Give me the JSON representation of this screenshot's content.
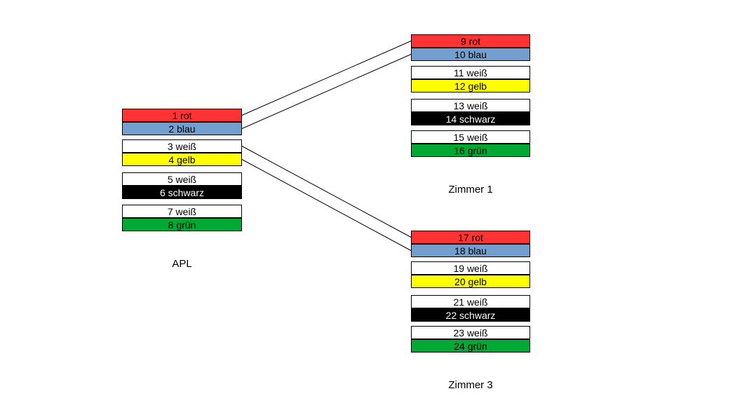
{
  "diagram": {
    "background": "#ffffff",
    "line_color": "#000000",
    "groups": [
      {
        "id": "apl",
        "label": "APL",
        "wires": [
          {
            "num": "1",
            "label": "1 rot",
            "color": "rot",
            "bg": "#ff3333",
            "fg": "#000000"
          },
          {
            "num": "2",
            "label": "2 blau",
            "color": "blau",
            "bg": "#729fcf",
            "fg": "#000000"
          },
          {
            "num": "3",
            "label": "3 weiß",
            "color": "weiß",
            "bg": "#ffffff",
            "fg": "#000000"
          },
          {
            "num": "4",
            "label": "4 gelb",
            "color": "gelb",
            "bg": "#ffff00",
            "fg": "#000000"
          },
          {
            "num": "5",
            "label": "5 weiß",
            "color": "weiß",
            "bg": "#ffffff",
            "fg": "#000000"
          },
          {
            "num": "6",
            "label": "6 schwarz",
            "color": "schwarz",
            "bg": "#000000",
            "fg": "#ffffff"
          },
          {
            "num": "7",
            "label": "7 weiß",
            "color": "weiß",
            "bg": "#ffffff",
            "fg": "#000000"
          },
          {
            "num": "8",
            "label": "8 grün",
            "color": "grün",
            "bg": "#00a933",
            "fg": "#000000"
          }
        ]
      },
      {
        "id": "zimmer1",
        "label": "Zimmer 1",
        "wires": [
          {
            "num": "9",
            "label": "9 rot",
            "color": "rot",
            "bg": "#ff3333",
            "fg": "#000000"
          },
          {
            "num": "10",
            "label": "10 blau",
            "color": "blau",
            "bg": "#729fcf",
            "fg": "#000000"
          },
          {
            "num": "11",
            "label": "11 weiß",
            "color": "weiß",
            "bg": "#ffffff",
            "fg": "#000000"
          },
          {
            "num": "12",
            "label": "12 gelb",
            "color": "gelb",
            "bg": "#ffff00",
            "fg": "#000000"
          },
          {
            "num": "13",
            "label": "13 weiß",
            "color": "weiß",
            "bg": "#ffffff",
            "fg": "#000000"
          },
          {
            "num": "14",
            "label": "14 schwarz",
            "color": "schwarz",
            "bg": "#000000",
            "fg": "#ffffff"
          },
          {
            "num": "15",
            "label": "15 weiß",
            "color": "weiß",
            "bg": "#ffffff",
            "fg": "#000000"
          },
          {
            "num": "16",
            "label": "16 grün",
            "color": "grün",
            "bg": "#00a933",
            "fg": "#000000"
          }
        ]
      },
      {
        "id": "zimmer3",
        "label": "Zimmer 3",
        "wires": [
          {
            "num": "17",
            "label": "17 rot",
            "color": "rot",
            "bg": "#ff3333",
            "fg": "#000000"
          },
          {
            "num": "18",
            "label": "18 blau",
            "color": "blau",
            "bg": "#729fcf",
            "fg": "#000000"
          },
          {
            "num": "19",
            "label": "19 weiß",
            "color": "weiß",
            "bg": "#ffffff",
            "fg": "#000000"
          },
          {
            "num": "20",
            "label": "20 gelb",
            "color": "gelb",
            "bg": "#ffff00",
            "fg": "#000000"
          },
          {
            "num": "21",
            "label": "21 weiß",
            "color": "weiß",
            "bg": "#ffffff",
            "fg": "#000000"
          },
          {
            "num": "22",
            "label": "22 schwarz",
            "color": "schwarz",
            "bg": "#000000",
            "fg": "#ffffff"
          },
          {
            "num": "23",
            "label": "23 weiß",
            "color": "weiß",
            "bg": "#ffffff",
            "fg": "#000000"
          },
          {
            "num": "24",
            "label": "24 grün",
            "color": "grün",
            "bg": "#00a933",
            "fg": "#000000"
          }
        ]
      }
    ],
    "connections": [
      {
        "from": 1,
        "to": 9
      },
      {
        "from": 2,
        "to": 10
      },
      {
        "from": 3,
        "to": 17
      },
      {
        "from": 4,
        "to": 18
      }
    ]
  }
}
